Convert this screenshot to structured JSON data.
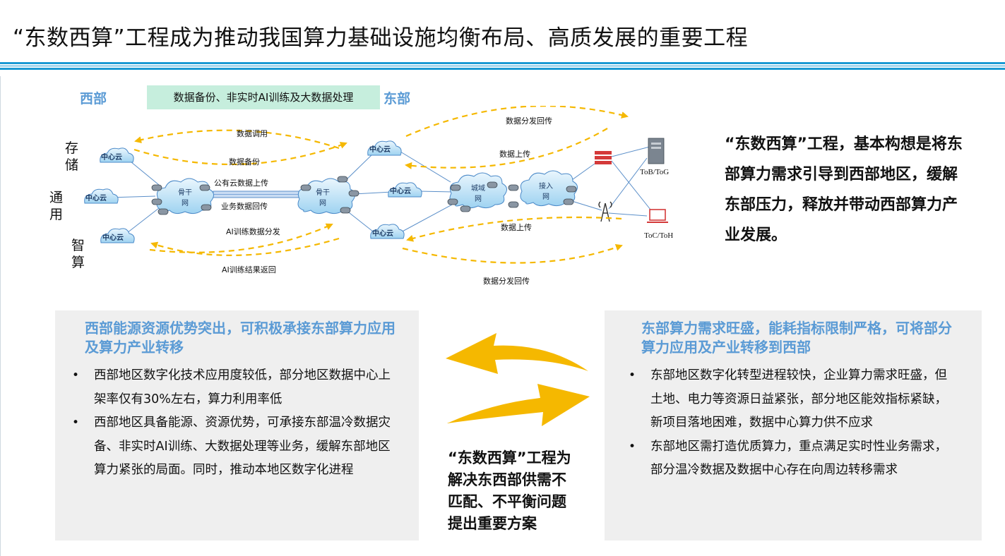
{
  "title": "“东数西算”工程成为推动我国算力基础设施均衡布局、高质发展的重要工程",
  "diagram": {
    "west_label": "西部",
    "east_label": "东部",
    "banner": "数据备份、非实时AI训练及大数据处理",
    "tiers": [
      "存储",
      "通用",
      "智算"
    ],
    "nodes": {
      "center_cloud": "中心云",
      "backbone": "骨干网",
      "metro": "城域网",
      "access": "接入网",
      "tob": "ToB/ToG",
      "toc": "ToC/ToH"
    },
    "flows": {
      "data_dispatch": "数据调用",
      "data_backup": "数据备份",
      "public_cloud_upload": "公有云数据上传",
      "business_return": "业务数据回传",
      "ai_distribute": "AI训练数据分发",
      "ai_result_return": "AI训练结果返回",
      "data_distribute_return": "数据分发回传",
      "data_upload": "数据上传"
    }
  },
  "summary": "“东数西算”工程，基本构想是将东部算力需求引导到西部地区，缓解东部压力，释放并带动西部算力产业发展。",
  "west_panel": {
    "heading": "西部能源资源优势突出，可积极承接东部算力应用及算力产业转移",
    "bullets": [
      "西部地区数字化技术应用度较低，部分地区数据中心上架率仅有30%左右，算力利用率低",
      "西部地区具备能源、资源优势，可承接东部温冷数据灾备、非实时AI训练、大数据处理等业务，缓解东部地区算力紧张的局面。同时，推动本地区数字化进程"
    ]
  },
  "east_panel": {
    "heading": "东部算力需求旺盛，能耗指标限制严格，可将部分算力应用及产业转移到西部",
    "bullets": [
      "东部地区数字化转型进程较快，企业算力需求旺盛，但土地、电力等资源日益紧张，部分地区能效指标紧缺，新项目落地困难，数据中心算力供不应求",
      "东部地区需打造优质算力，重点满足实时性业务需求，部分温冷数据及数据中心存在向周边转移需求"
    ]
  },
  "center_text": "“东数西算”工程为解决东西部供需不匹配、不平衡问题提出重要方案",
  "colors": {
    "accent_blue": "#5b9bd5",
    "rule_blue": "#1b9ad3",
    "banner_green": "#c6eedd",
    "arrow_yellow": "#f5b800",
    "panel_gray": "#efefef"
  }
}
